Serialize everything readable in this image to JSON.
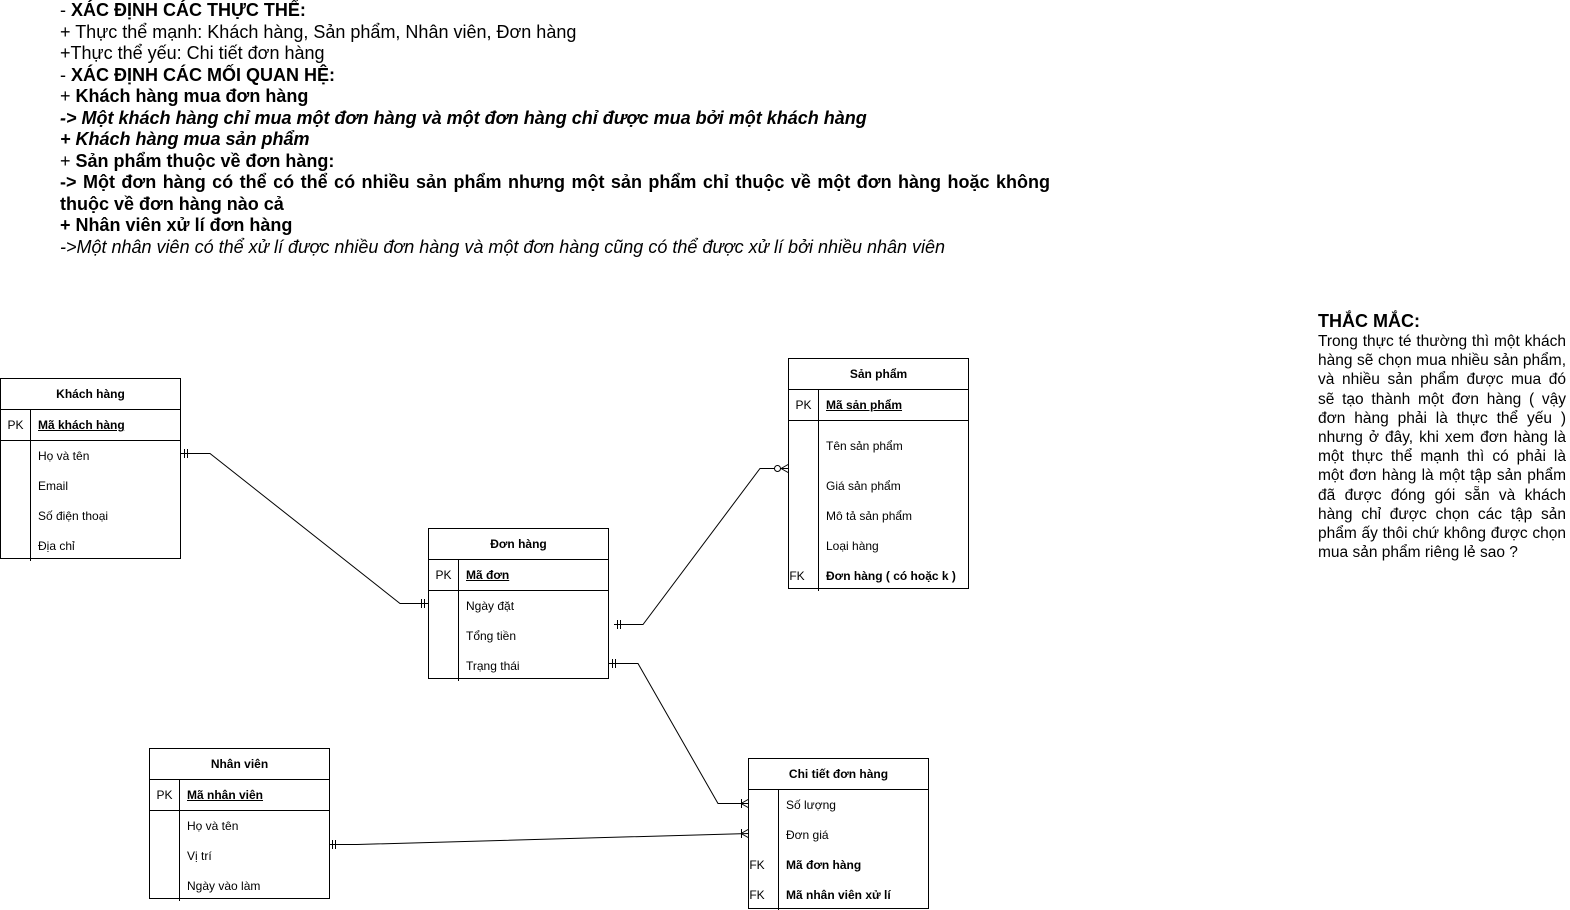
{
  "notes": {
    "l1": {
      "dash": "- ",
      "b": "XÁC ĐỊNH CÁC THỰC THỂ:"
    },
    "l2": "+ Thực thể mạnh: Khách hàng, Sản phẩm, Nhân viên, Đơn hàng",
    "l3": "+Thực thể yếu: Chi tiết đơn hàng",
    "l4": {
      "dash": "- ",
      "b": "XÁC ĐỊNH CÁC MỐI QUAN HỆ:"
    },
    "l5": {
      "p": "+ ",
      "b": "Khách hàng mua đơn hàng"
    },
    "l6": "-> Một khách hàng chỉ mua một đơn hàng và một đơn hàng chỉ được mua bởi một khách hàng",
    "l7": "+ Khách hàng mua sản phẩm",
    "l8": {
      "p": "+ ",
      "b": "Sản phẩm thuộc về đơn hàng:"
    },
    "l9": "-> Một đơn hàng có thể có thể có nhiều sản phẩm nhưng một sản phẩm chỉ thuộc về một đơn hàng hoặc không",
    "l10": "thuộc về đơn hàng nào cả",
    "l11": "+ Nhân viên xử lí đơn hàng",
    "l12": "->Một nhân viên có thể xử lí được nhiều đơn hàng và một đơn hàng cũng có thể được xử lí bởi nhiều nhân viên"
  },
  "question": {
    "title": "THẮC MẮC:",
    "body": "Trong thực té thường thì một khách hàng sẽ chọn mua nhiều sản phẩm, và nhiều sản phẩm được mua đó sẽ tạo thành một đơn hàng ( vậy đơn hàng phải là thực thể yếu ) nhưng ở đây, khi xem đơn hàng là một thực thể mạnh thì có phải là một đơn hàng là một tập sản phẩm đã được đóng gói sẵn và khách hàng chỉ được chọn các tập sản phẩm ấy thôi chứ không được chọn mua sản phẩm riêng lẻ sao ?"
  },
  "entities": {
    "khach_hang": {
      "title": "Khách hàng",
      "pk_label": "PK",
      "pk": "Mã khách hàng",
      "attrs": [
        "Họ và tên",
        "Email",
        "Số điện thoại",
        "Địa chỉ"
      ]
    },
    "don_hang": {
      "title": "Đơn hàng",
      "pk_label": "PK",
      "pk": "Mã đơn",
      "attrs": [
        "Ngày đặt",
        "Tổng tiền",
        "Trạng thái"
      ]
    },
    "san_pham": {
      "title": "Sản phẩm",
      "pk_label": "PK",
      "pk": "Mã sản phẩm",
      "attrs": [
        "Tên sản phẩm",
        "Giá sản phẩm",
        "Mô tả sản phẩm",
        "Loại hàng"
      ],
      "fk_label": "FK",
      "fk": "Đơn hàng ( có hoặc k )"
    },
    "nhan_vien": {
      "title": "Nhân viên",
      "pk_label": "PK",
      "pk": "Mã nhân viên",
      "attrs": [
        "Họ và tên",
        "Vị trí",
        "Ngày vào làm"
      ]
    },
    "chi_tiet": {
      "title": "Chi tiết đơn hàng",
      "attrs": [
        "Số lượng",
        "Đơn giá"
      ],
      "fk_label": "FK",
      "fk1": "Mã đơn hàng",
      "fk2": "Mã nhân viên xử lí"
    }
  }
}
